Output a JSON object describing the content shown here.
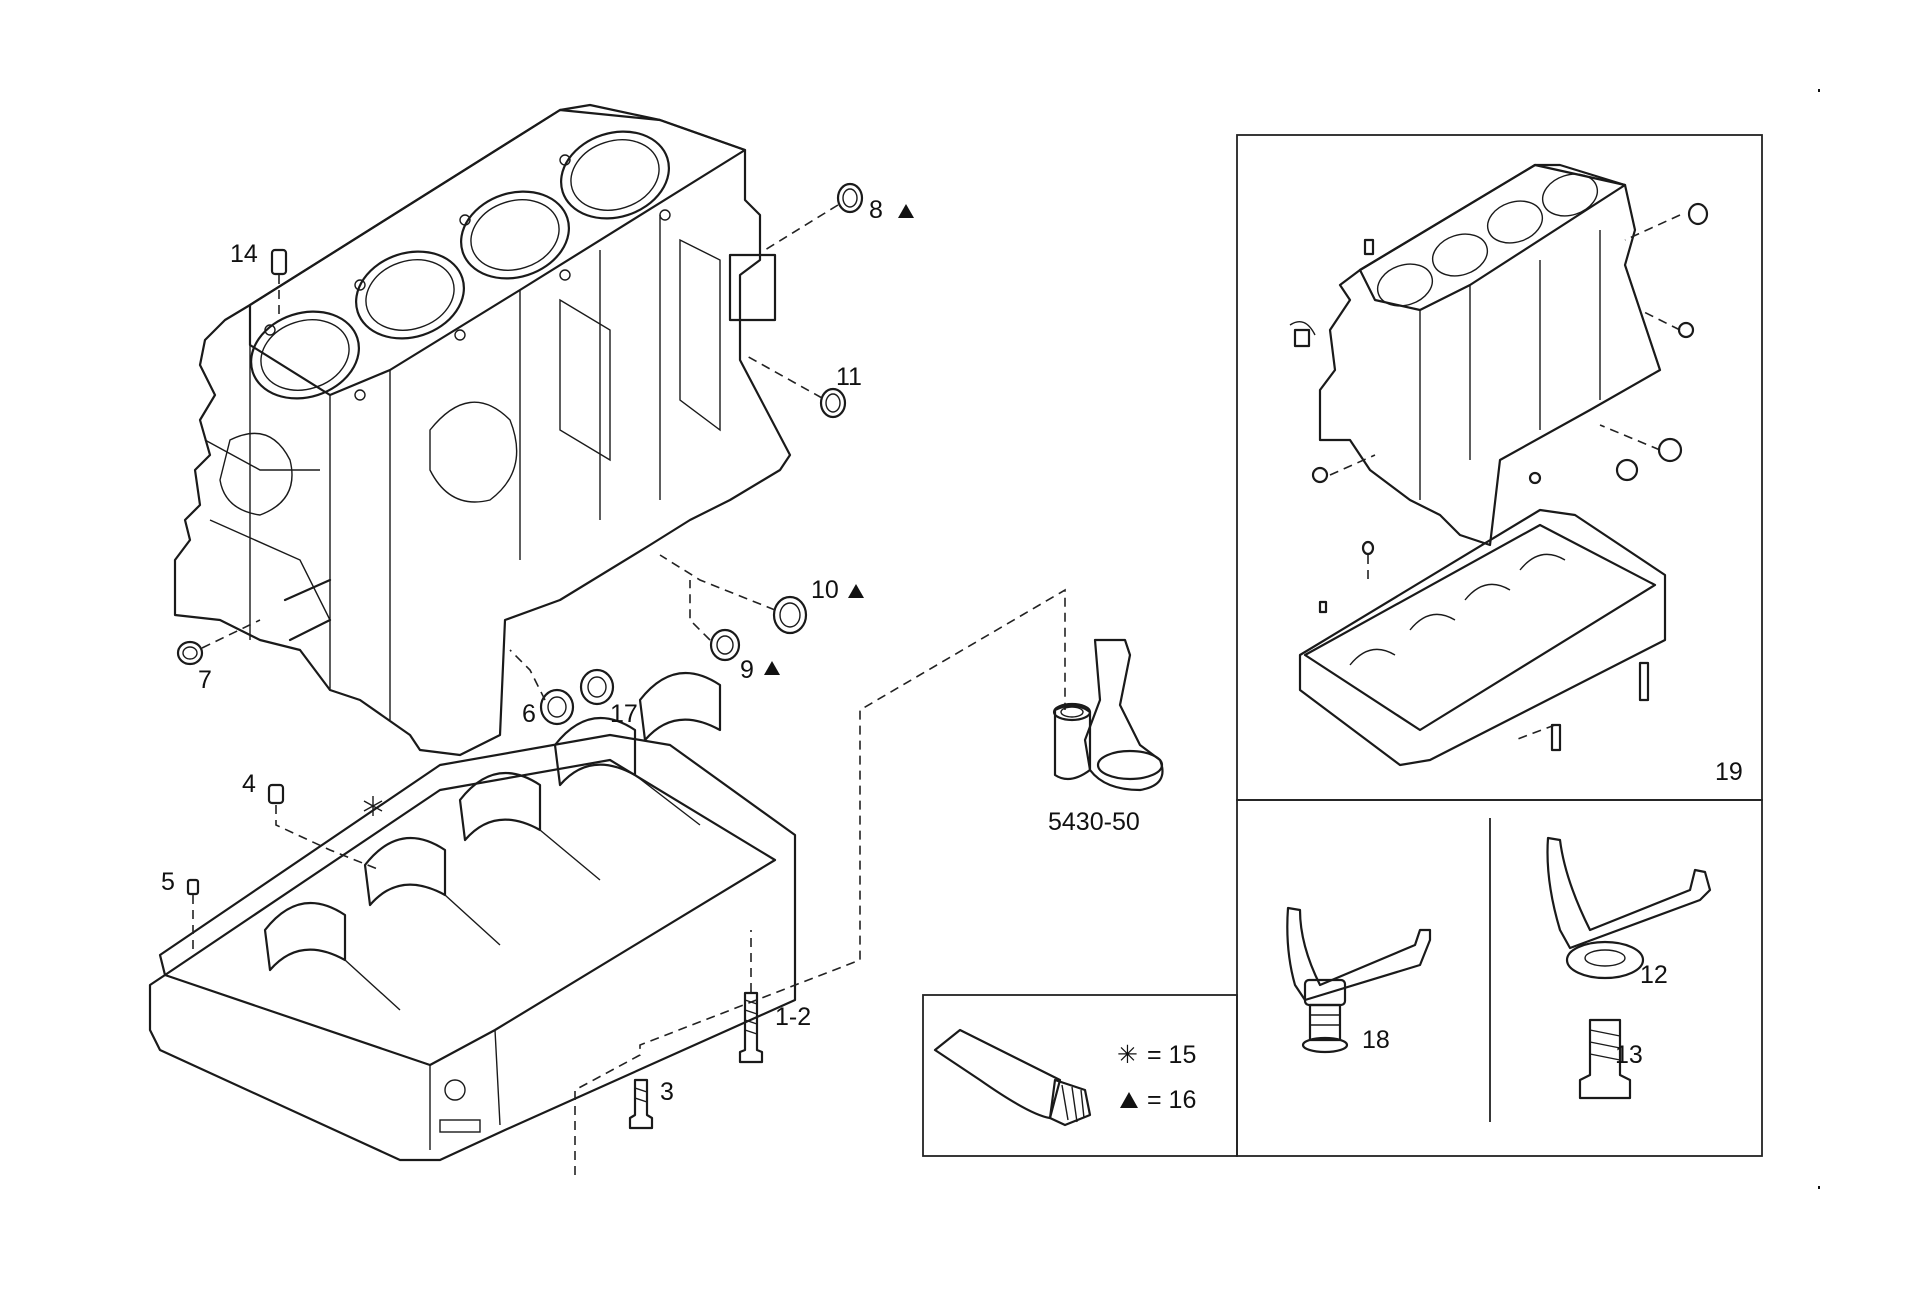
{
  "callouts": {
    "c14": "14",
    "c8": "8",
    "c11": "11",
    "c7": "7",
    "c10": "10",
    "c9": "9",
    "c6": "6",
    "c17": "17",
    "c4": "4",
    "c5": "5",
    "c1_2": "1-2",
    "c3": "3",
    "c5430": "5430-50",
    "c19": "19",
    "c18": "18",
    "c12": "12",
    "c13": "13"
  },
  "legend": {
    "asterisk_symbol": "✳",
    "asterisk_ref": "= 15",
    "triangle_ref": "= 16"
  },
  "icons": {
    "triangle": "triangle-marker-icon",
    "asterisk": "asterisk-marker-icon"
  }
}
